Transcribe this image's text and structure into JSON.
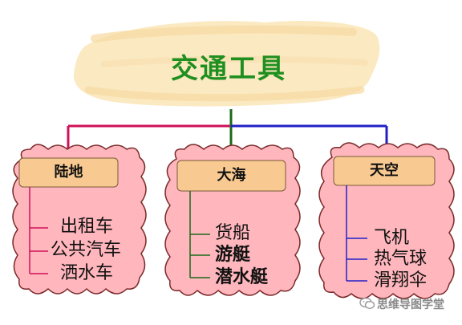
{
  "title": "交通工具",
  "categories": [
    {
      "label": "陆地",
      "items": [
        {
          "text": "出租车",
          "bold": false
        },
        {
          "text": "公共汽车",
          "bold": false
        },
        {
          "text": "洒水车",
          "bold": false
        }
      ]
    },
    {
      "label": "大海",
      "items": [
        {
          "text": "货船",
          "bold": false
        },
        {
          "text": "游艇",
          "bold": true
        },
        {
          "text": "潜水艇",
          "bold": true
        }
      ]
    },
    {
      "label": "天空",
      "items": [
        {
          "text": "飞机",
          "bold": false
        },
        {
          "text": "热气球",
          "bold": false
        },
        {
          "text": "滑翔伞",
          "bold": false
        }
      ]
    }
  ],
  "watermark": "思维导图学堂",
  "colors": {
    "title": "#1f8f1f",
    "cloud_fill": "#ffb6bd",
    "cloud_stroke": "#7a2a2a",
    "label_fill": "#f8c990",
    "line_land": "#d0105a",
    "line_sea": "#1a6a1a",
    "line_sky": "#2020c8"
  }
}
